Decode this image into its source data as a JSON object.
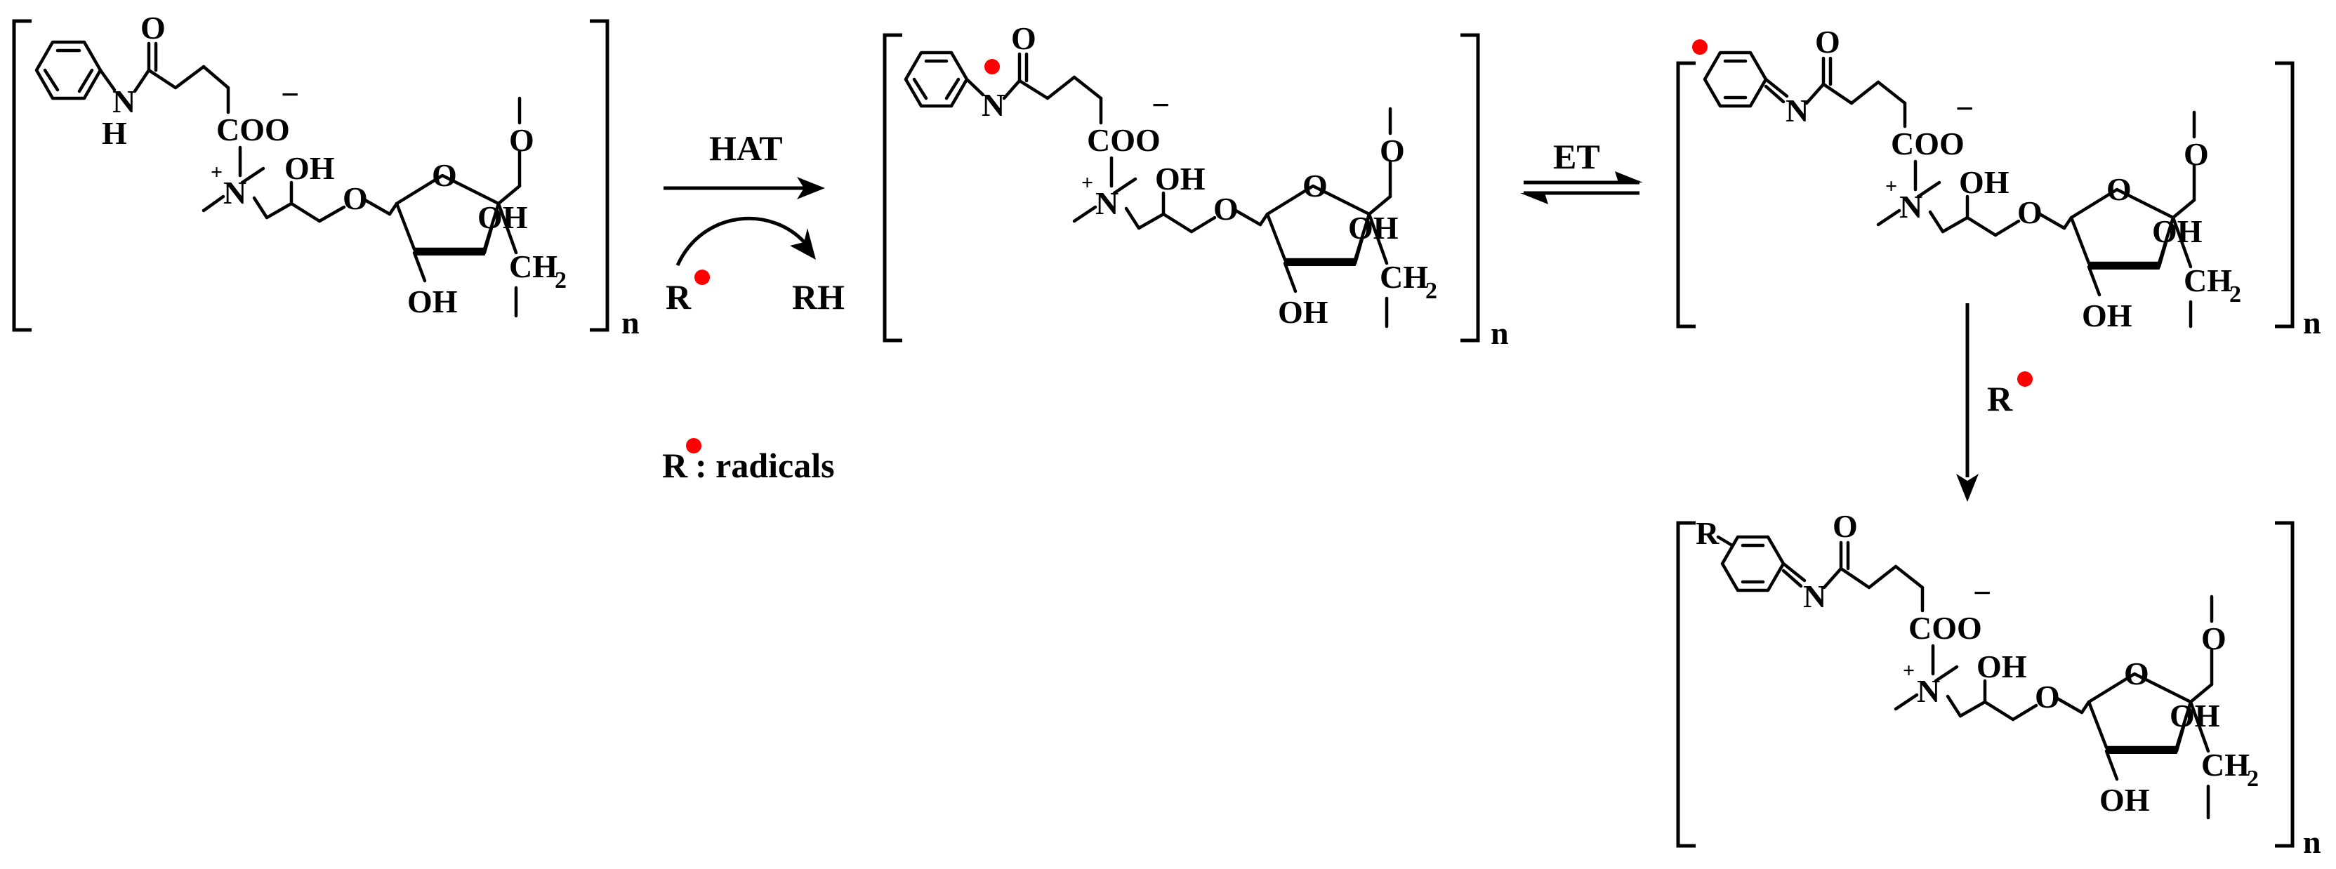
{
  "molecules": [
    {
      "ring_prefix": "",
      "n_label": "N",
      "h_label": "H",
      "coo": "COO",
      "coo_charge": "−",
      "oh_top": "OH",
      "n_plus": "N",
      "plus": "+",
      "ring_o": "O",
      "ether_o": "O",
      "methoxy_o": "O",
      "oh_ring": "OH",
      "oh_bottom": "OH",
      "ch2": "CH",
      "ch2_sub": "2",
      "carbonyl_o": "O",
      "repeat": "n",
      "radical_dot": false
    },
    {
      "n_label": "N",
      "coo": "COO",
      "coo_charge": "−",
      "oh_top": "OH",
      "n_plus": "N",
      "plus": "+",
      "ring_o": "O",
      "ether_o": "O",
      "methoxy_o": "O",
      "oh_ring": "OH",
      "oh_bottom": "OH",
      "ch2": "CH",
      "ch2_sub": "2",
      "carbonyl_o": "O",
      "repeat": "n",
      "radical_dot": true
    },
    {
      "n_label": "N",
      "coo": "COO",
      "coo_charge": "−",
      "oh_top": "OH",
      "n_plus": "N",
      "plus": "+",
      "ring_o": "O",
      "ether_o": "O",
      "methoxy_o": "O",
      "oh_ring": "OH",
      "oh_bottom": "OH",
      "ch2": "CH",
      "ch2_sub": "2",
      "carbonyl_o": "O",
      "repeat": "n",
      "radical_dot": true
    },
    {
      "r_label": "R",
      "n_label": "N",
      "coo": "COO",
      "coo_charge": "−",
      "oh_top": "OH",
      "n_plus": "N",
      "plus": "+",
      "ring_o": "O",
      "ether_o": "O",
      "methoxy_o": "O",
      "oh_ring": "OH",
      "oh_bottom": "OH",
      "ch2": "CH",
      "ch2_sub": "2",
      "carbonyl_o": "O",
      "repeat": "n",
      "radical_dot": false
    }
  ],
  "arrows": {
    "hat_label": "HAT",
    "reactant_radical": "R",
    "product": "RH",
    "et_label": "ET",
    "down_radical": "R"
  },
  "legend": {
    "symbol": "R",
    "text": ": radicals"
  },
  "colors": {
    "radical": "#ff0000",
    "ink": "#000000"
  }
}
